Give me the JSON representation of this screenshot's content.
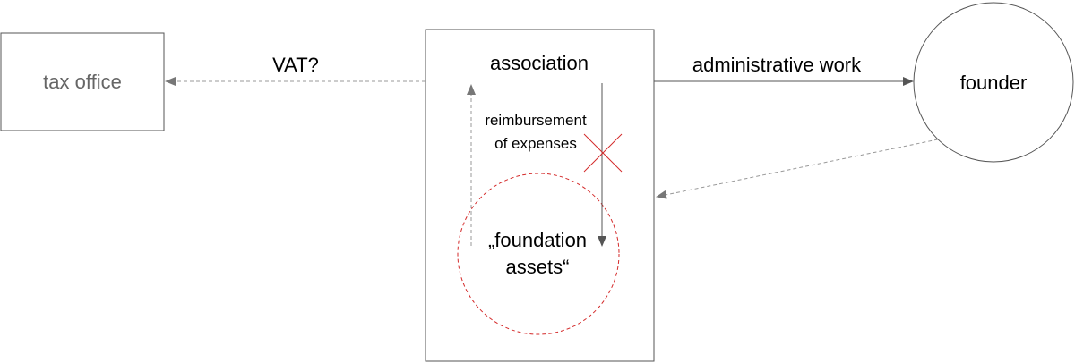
{
  "nodes": {
    "tax_office": "tax office",
    "association": "association",
    "founder": "founder",
    "foundation_assets_line1": "„foundation",
    "foundation_assets_line2": "assets“"
  },
  "edges": {
    "vat": "VAT?",
    "administrative_work": "administrative work",
    "reimbursement_line1": "reimbursement",
    "reimbursement_line2": "of expenses"
  },
  "colors": {
    "stroke": "#555555",
    "dashed_stroke": "#999999",
    "muted_text": "#666666",
    "text": "#000000",
    "red": "#d42a2a"
  }
}
